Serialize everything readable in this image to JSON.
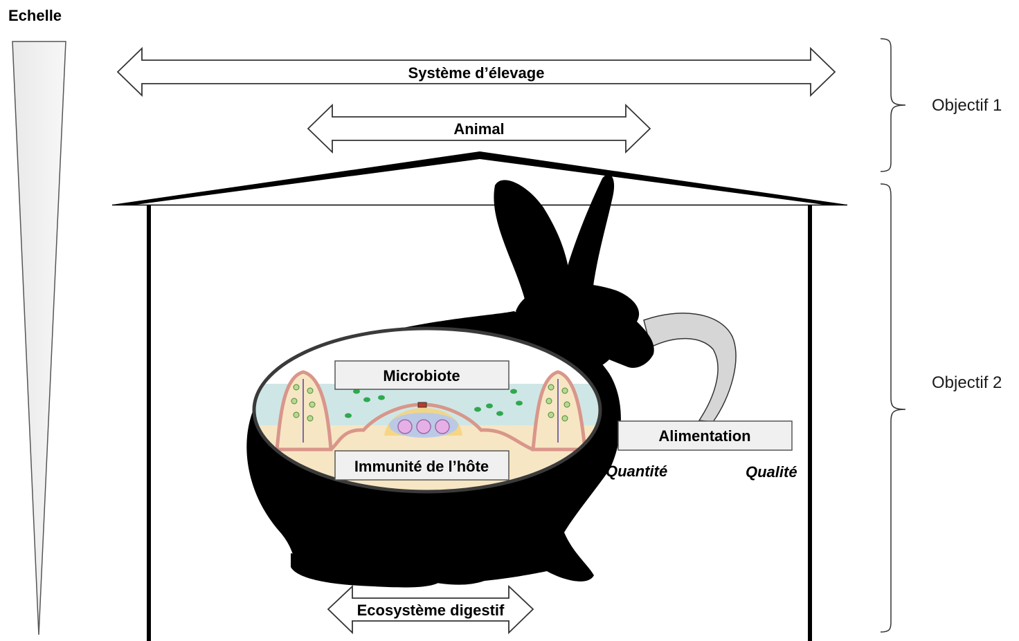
{
  "scale": {
    "title": "Echelle"
  },
  "arrows": {
    "farming_system": "Système d’élevage",
    "animal": "Animal",
    "digestive_ecosystem": "Ecosystème digestif"
  },
  "boxes": {
    "microbiota": "Microbiote",
    "host_immunity": "Immunité de l’hôte",
    "feeding": "Alimentation"
  },
  "feeding_attributes": {
    "quantity": "Quantité",
    "quality": "Qualité"
  },
  "objectives": {
    "objective_1": "Objectif 1",
    "objective_2": "Objectif 2"
  },
  "colors": {
    "silhouette": "#000000",
    "box_fill": "#f0f0f0",
    "gut_lumen": "#cfe6e6",
    "villus_fill": "#f7e6c4",
    "villus_border": "#d9968a",
    "microbe": "#2fa84f",
    "follicle": "#e6b0e6"
  }
}
